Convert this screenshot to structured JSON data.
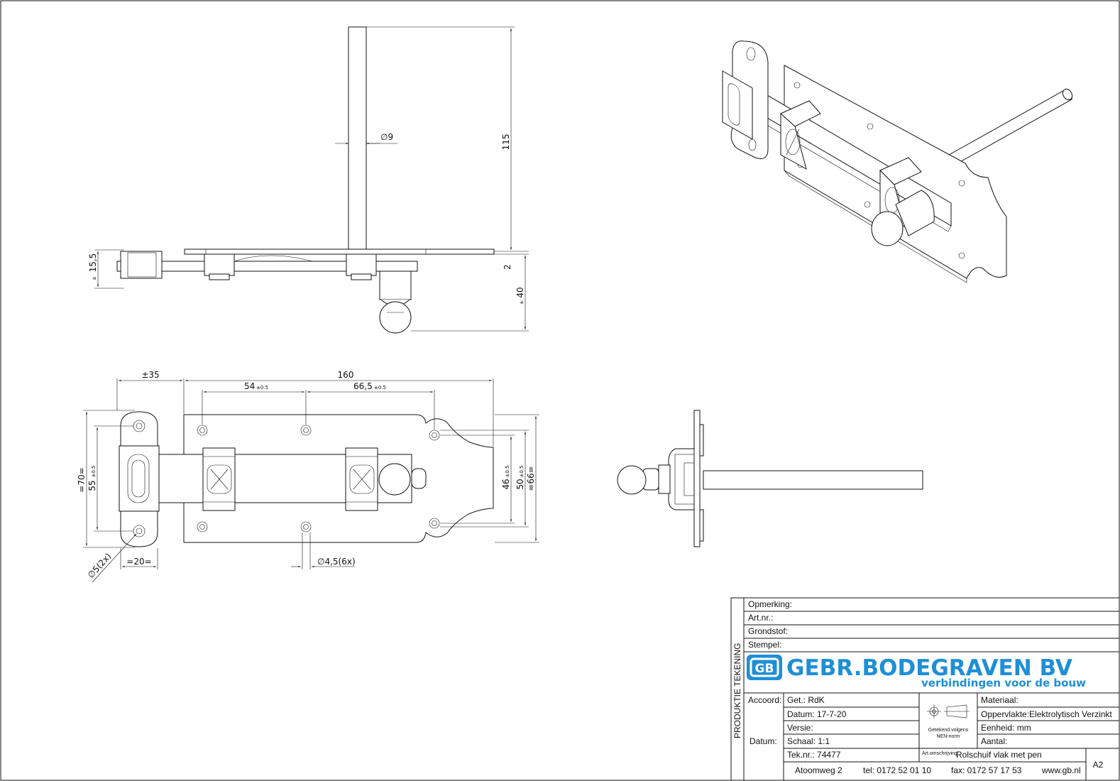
{
  "dimensions": {
    "side_view": {
      "pin_diameter": "∅9",
      "pin_length": "115",
      "height_left": "15,5",
      "plate_thickness": "2",
      "knob_depth": "40"
    },
    "front_view": {
      "offset_left": "±35",
      "plate_length": "160",
      "hole_spacing_1": "54",
      "hole_spacing_2": "66,5",
      "tolerance": "±0.5",
      "keeper_height": "=70=",
      "keeper_hole_spacing": "55",
      "hole_spacing_plate_inner": "46",
      "hole_spacing_plate": "50",
      "plate_height": "=66=",
      "keeper_width": "=20=",
      "keeper_hole_dia": "∅5(2x)",
      "plate_hole_dia": "∅4,5(6x)"
    }
  },
  "title_block": {
    "side_label": "PRODUKTIE TEKENING",
    "opmerking": "Opmerking:",
    "artnr": "Art.nr.:",
    "grondstof": "Grondstof:",
    "stempel": "Stempel:",
    "company_name": "GEBR.BODEGRAVEN BV",
    "company_tagline": "verbindingen voor de bouw",
    "logo_text": "GB",
    "accoord": "Accoord:",
    "datum_label": "Datum:",
    "getekend": "Get.: RdK",
    "datum": "Datum: 17-7-20",
    "versie": "Versie:",
    "schaal": "Schaal: 1:1",
    "teknr": "Tek.nr.: 74477",
    "norm_line1": "Getekend volgens",
    "norm_line2": "NEN-norm",
    "materiaal": "Materiaal:",
    "oppervlakte": "Oppervlakte:Elektrolytisch Verzinkt",
    "eenheid": "Eenheid: mm",
    "aantal": "Aantal:",
    "art_omschrijving_label": "Art.omschrijving:",
    "art_omschrijving": "Rolschuif vlak met pen",
    "sheet_size": "A2",
    "address": "Atoomweg 2",
    "tel": "tel: 0172 52 01 10",
    "fax": "fax: 0172 57 17 53",
    "web": "www.gb.nl"
  }
}
